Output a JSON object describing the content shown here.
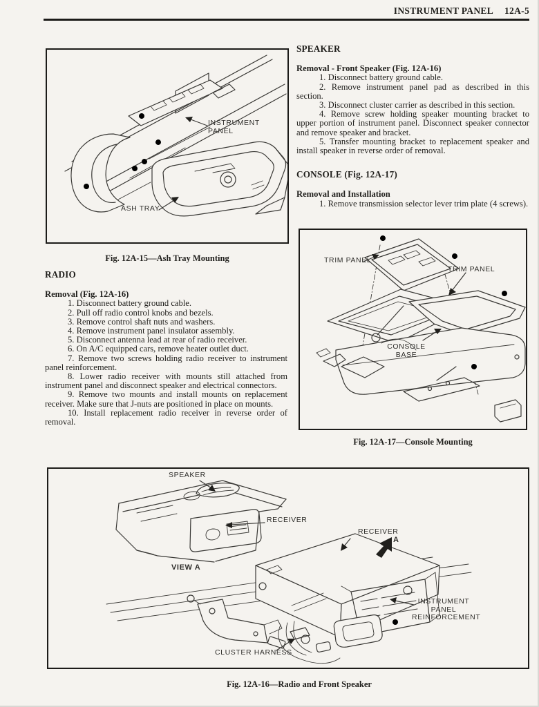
{
  "colors": {
    "paper": "#f5f3ef",
    "ink": "#201f1c"
  },
  "header": {
    "title": "INSTRUMENT PANEL",
    "page_number": "12A-5"
  },
  "left_column": {
    "radio": {
      "heading": "RADIO",
      "subheading": "Removal (Fig. 12A-16)",
      "steps": [
        "1. Disconnect battery ground cable.",
        "2. Pull off radio control knobs and bezels.",
        "3. Remove control shaft nuts and washers.",
        "4. Remove instrument panel insulator assembly.",
        "5. Disconnect antenna lead at rear of radio receiver.",
        "6. On A/C equipped cars, remove heater outlet duct.",
        "7. Remove two screws holding radio receiver to instrument panel reinforcement.",
        "8. Lower radio receiver with mounts still attached from instrument panel and disconnect speaker and electrical connectors.",
        "9. Remove two mounts and install mounts on replacement receiver. Make sure that J-nuts are positioned in place on mounts.",
        "10. Install replacement radio receiver in reverse order of removal."
      ]
    }
  },
  "right_column": {
    "speaker": {
      "heading": "SPEAKER",
      "subheading": "Removal - Front Speaker (Fig. 12A-16)",
      "steps": [
        "1. Disconnect battery ground cable.",
        "2. Remove instrument panel pad as described in this section.",
        "3. Disconnect cluster carrier as described in this section.",
        "4. Remove screw holding speaker mounting bracket to upper portion of instrument panel. Disconnect speaker connector and remove speaker and bracket.",
        "5. Transfer mounting bracket to replacement speaker and install speaker in reverse order of removal."
      ]
    },
    "console": {
      "heading": "CONSOLE (Fig. 12A-17)",
      "subheading": "Removal and Installation",
      "steps": [
        "1. Remove transmission selector lever trim plate (4 screws)."
      ]
    }
  },
  "figures": {
    "ash_tray": {
      "caption": "Fig. 12A-15—Ash Tray Mounting",
      "labels": {
        "instrument_panel": "INSTRUMENT\nPANEL",
        "ash_tray": "ASH TRAY"
      }
    },
    "console": {
      "caption": "Fig. 12A-17—Console Mounting",
      "labels": {
        "trim_panel_left": "TRIM PANEL",
        "trim_panel_right": "TRIM PANEL",
        "console_base": "CONSOLE\nBASE"
      }
    },
    "radio_speaker": {
      "caption": "Fig. 12A-16—Radio and Front Speaker",
      "labels": {
        "speaker": "SPEAKER",
        "receiver_view": "RECEIVER",
        "view_a": "VIEW A",
        "receiver_main": "RECEIVER",
        "view_arrow_letter": "A",
        "instrument_panel_reinforcement": "INSTRUMENT\nPANEL\nREINFORCEMENT",
        "cluster_harness": "CLUSTER HARNESS"
      }
    }
  }
}
